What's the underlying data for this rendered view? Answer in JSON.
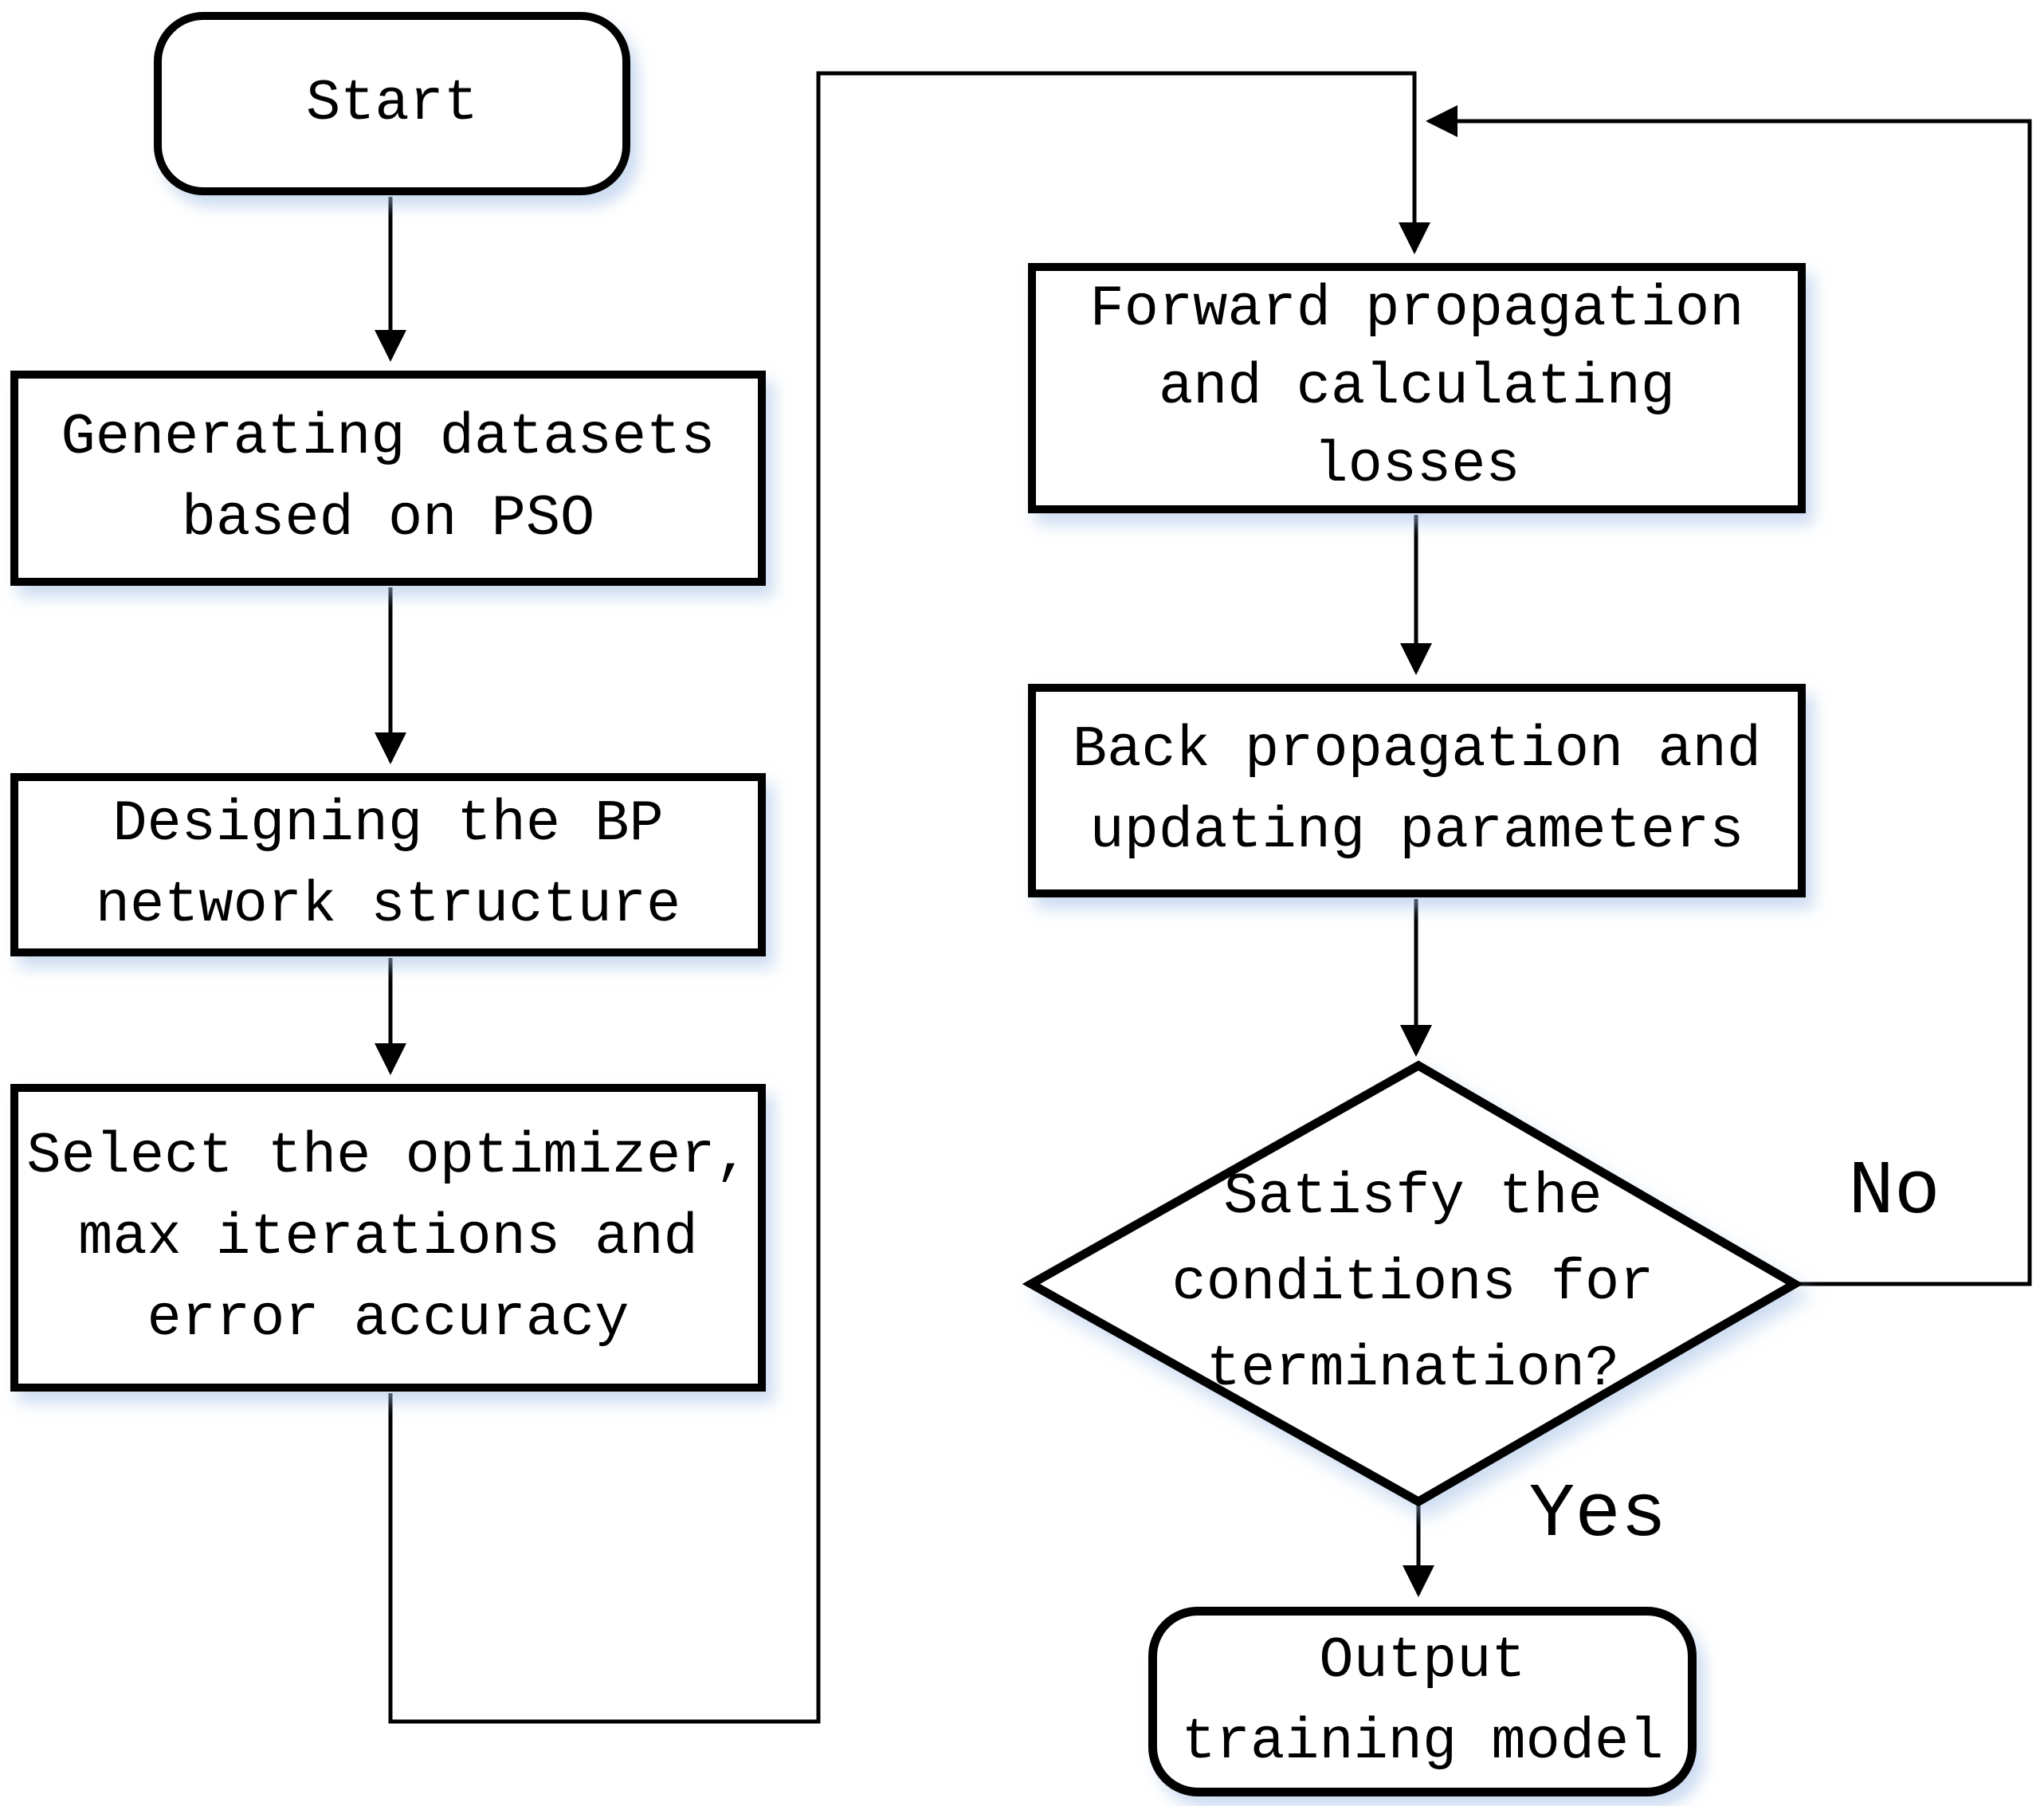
{
  "figure": {
    "type": "flowchart",
    "background_color": "#ffffff",
    "stroke_color": "#000000",
    "node_fill_color": "#ffffff",
    "shadow_color": "#a3c0e6"
  },
  "nodes": {
    "start": {
      "shape": "rounded",
      "label": "Start"
    },
    "generate_datasets": {
      "shape": "rect",
      "label": "Generating datasets\nbased on PSO"
    },
    "design_network": {
      "shape": "rect",
      "label": "Designing the BP\nnetwork structure"
    },
    "select_optimizer": {
      "shape": "rect",
      "label": "Select the optimizer,\nmax iterations and\nerror accuracy"
    },
    "forward_propagation": {
      "shape": "rect",
      "label": "Forward propagation\nand calculating\nlosses"
    },
    "back_propagation": {
      "shape": "rect",
      "label": "Back propagation and\nupdating parameters"
    },
    "decision": {
      "shape": "diamond",
      "label": "Satisfy the\nconditions for\ntermination?"
    },
    "output": {
      "shape": "rounded",
      "label": "Output\ntraining model"
    }
  },
  "edge_labels": {
    "no": "No",
    "yes": "Yes"
  }
}
